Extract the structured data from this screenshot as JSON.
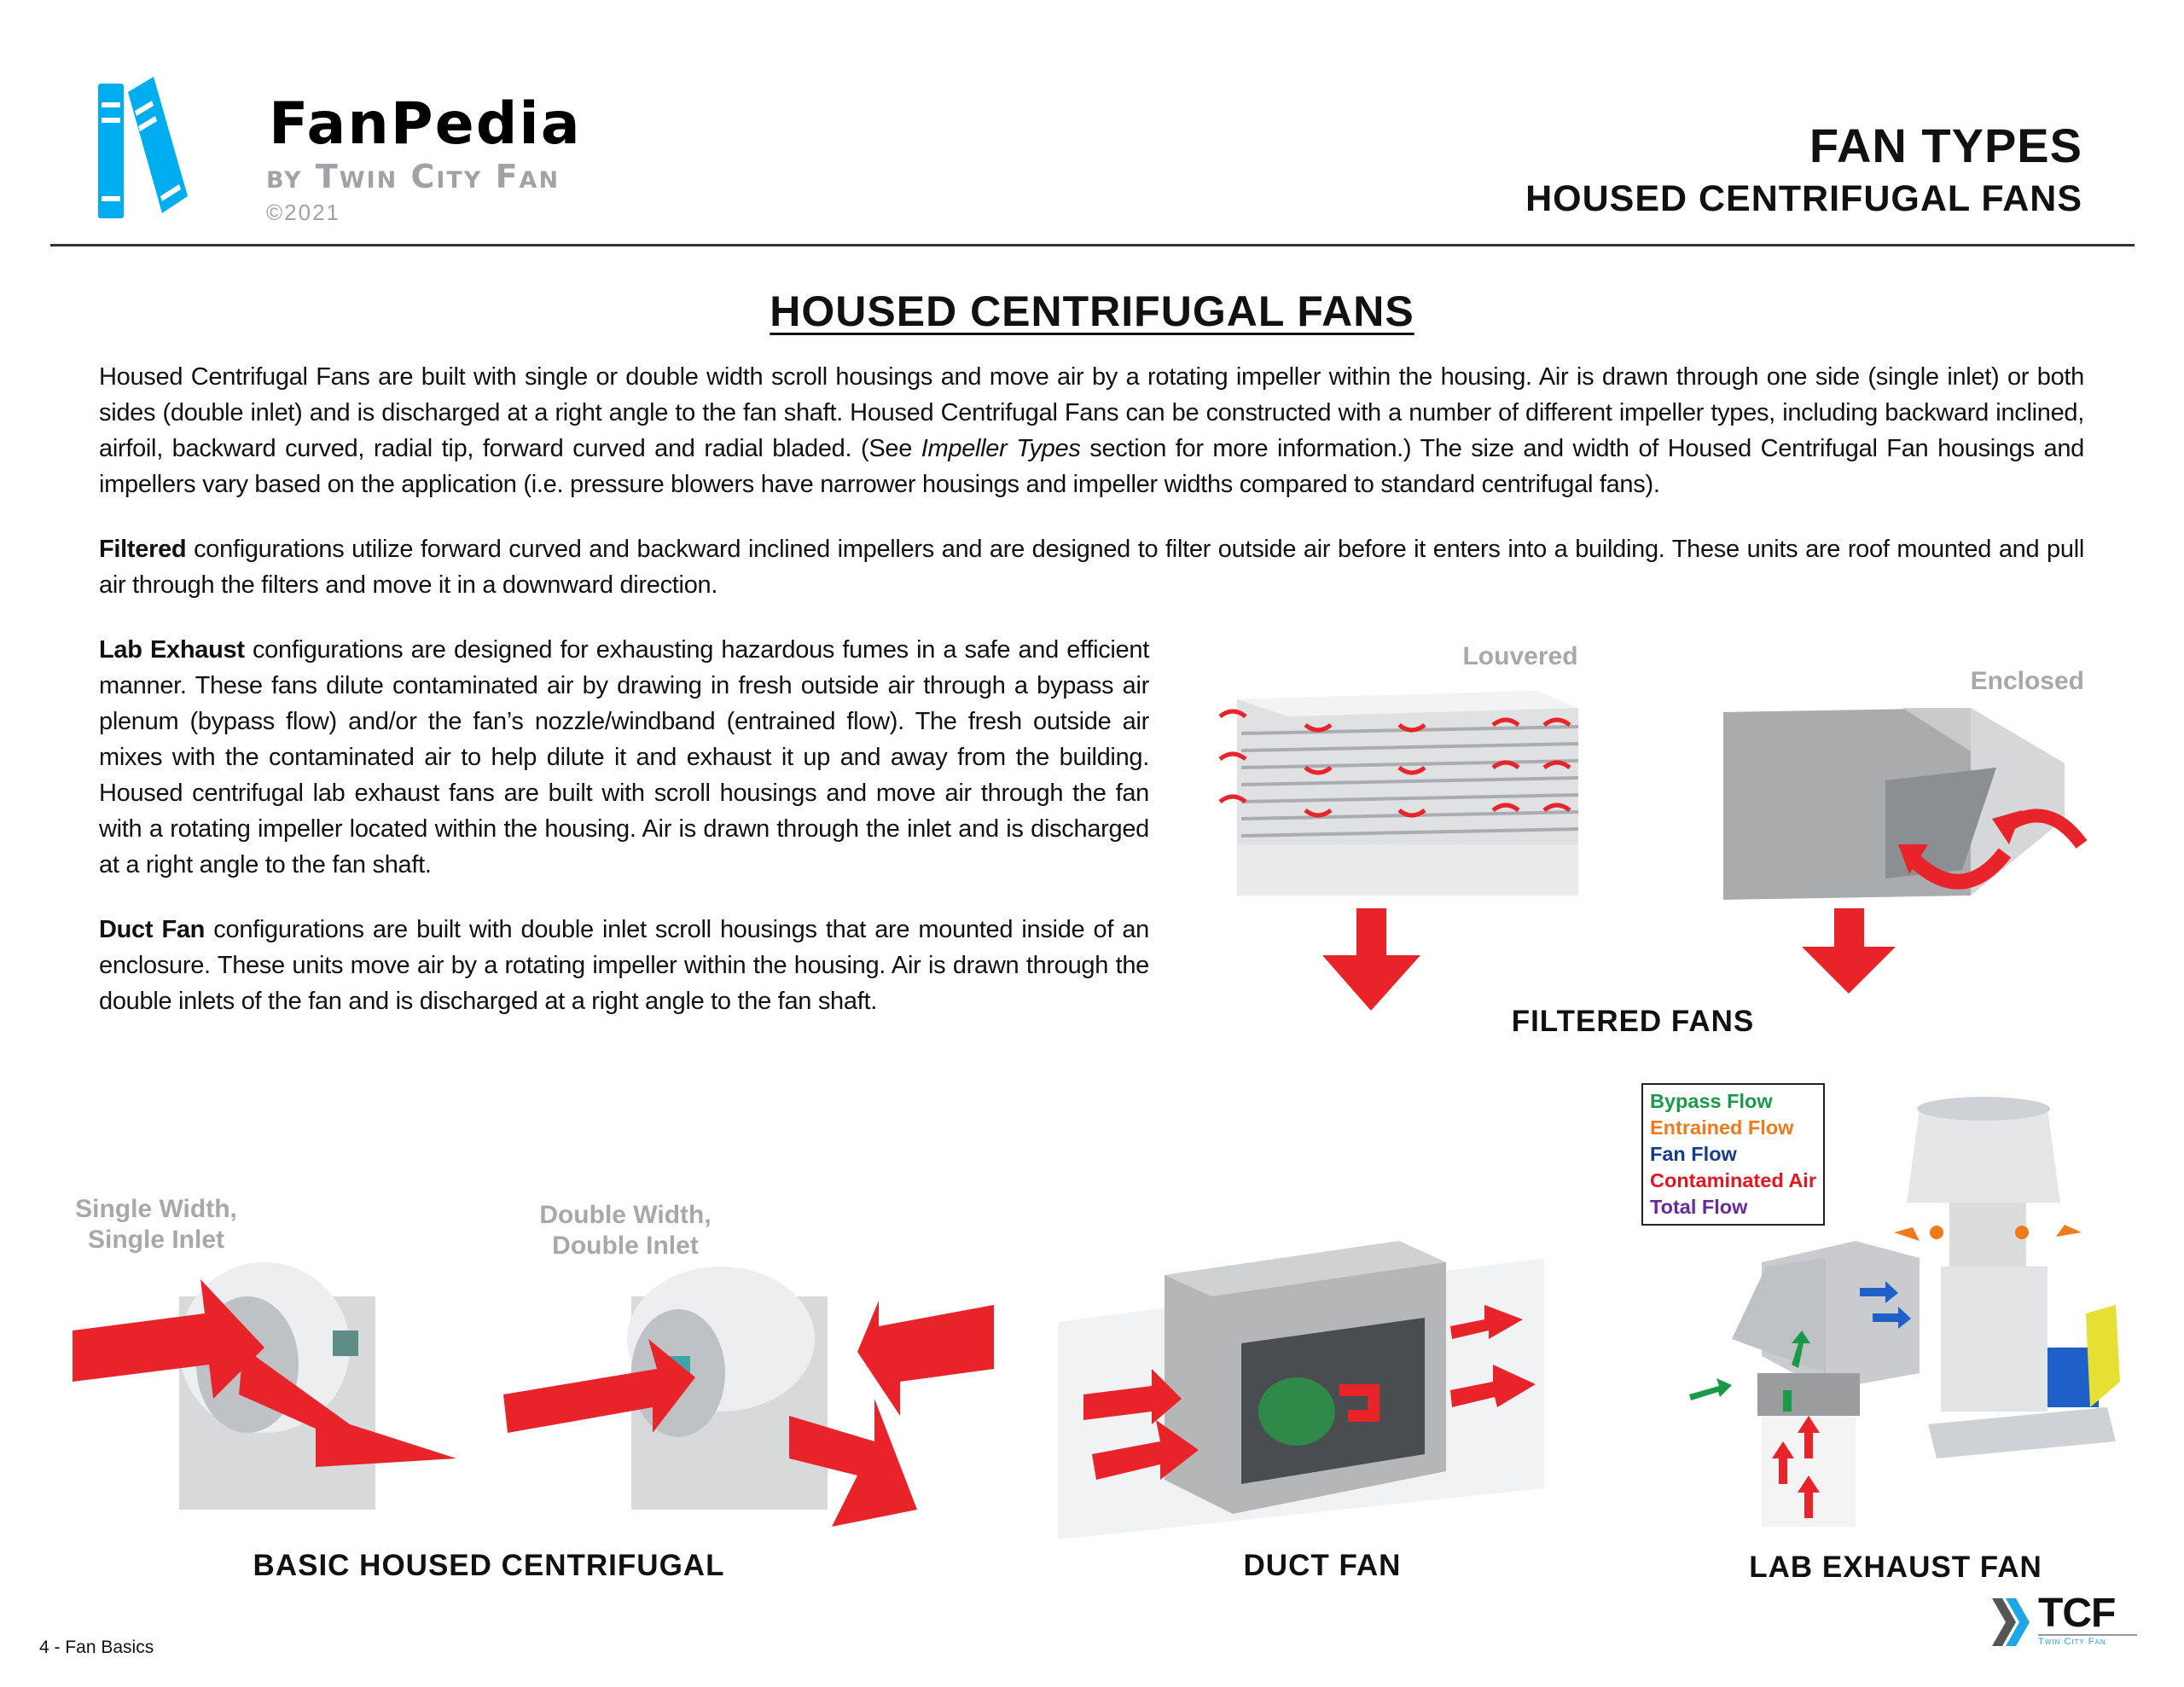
{
  "header": {
    "logo_title": "FanPedia",
    "logo_subtitle": "by Twin City Fan",
    "copyright": "©2021",
    "section_title": "FAN TYPES",
    "section_subtitle": "HOUSED CENTRIFUGAL FANS"
  },
  "page_title": "HOUSED CENTRIFUGAL FANS",
  "intro": {
    "text_before": "Housed Centrifugal Fans are built with single or double width scroll housings and move air by a rotating impeller within the housing. Air is drawn through one side (single inlet) or both sides (double inlet) and is discharged at a right angle to the fan shaft. Housed Centrifugal Fans can be constructed with a number of different impeller types, including backward inclined, airfoil, backward curved, radial tip, forward curved and radial bladed. (See ",
    "italic": "Impeller Types",
    "text_after": " section for more information.) The size and width of Housed Centrifugal Fan housings and impellers vary based on the application (i.e. pressure blowers have narrower housings and impeller widths compared to standard centrifugal fans)."
  },
  "filtered": {
    "lead": "Filtered",
    "text": " configurations utilize forward curved and backward inclined impellers and are designed to filter outside air before it enters into a building. These units are roof mounted and pull air through the filters and move it in a downward direction."
  },
  "lab_exhaust": {
    "lead": "Lab Exhaust",
    "text": " configurations are designed for exhausting hazardous fumes in a safe and efficient manner. These fans dilute contaminated air by drawing in fresh outside air through a bypass air plenum (bypass flow) and/or the fan’s nozzle/windband (entrained flow). The fresh outside air mixes with the contaminated air to help dilute it and exhaust it up and away from the building. Housed centrifugal lab exhaust fans are built with scroll housings and move air through the fan with a rotating impeller located within the housing. Air is drawn through the inlet and is discharged at a right angle to the fan shaft."
  },
  "duct_fan": {
    "lead": "Duct Fan",
    "text": " configurations are built with double inlet scroll housings that are mounted inside of an enclosure. These units move air by a rotating impeller within the housing. Air is drawn through the double inlets of the fan and is discharged at a right angle to the fan shaft."
  },
  "figures": {
    "louvered_label": "Louvered",
    "enclosed_label": "Enclosed",
    "filtered_caption": "FILTERED FANS",
    "single_label_1": "Single Width,",
    "single_label_2": "Single Inlet",
    "double_label_1": "Double Width,",
    "double_label_2": "Double Inlet",
    "basic_caption": "BASIC HOUSED CENTRIFUGAL",
    "duct_caption": "DUCT FAN",
    "lab_caption": "LAB EXHAUST FAN"
  },
  "legend": [
    {
      "label": "Bypass Flow",
      "color": "#1a9a48"
    },
    {
      "label": "Entrained Flow",
      "color": "#f07a1a"
    },
    {
      "label": "Fan Flow",
      "color": "#143c8c"
    },
    {
      "label": "Contaminated Air",
      "color": "#e8141e"
    },
    {
      "label": "Total Flow",
      "color": "#6a2a9a"
    }
  ],
  "footer": {
    "page_label": "4 - Fan Basics",
    "tcf_logo": "TCF",
    "tcf_subtitle": "Twin City Fan"
  },
  "colors": {
    "brand_blue": "#00adee",
    "arrow_red": "#e8242a",
    "gray_label": "#a8a8a8"
  }
}
